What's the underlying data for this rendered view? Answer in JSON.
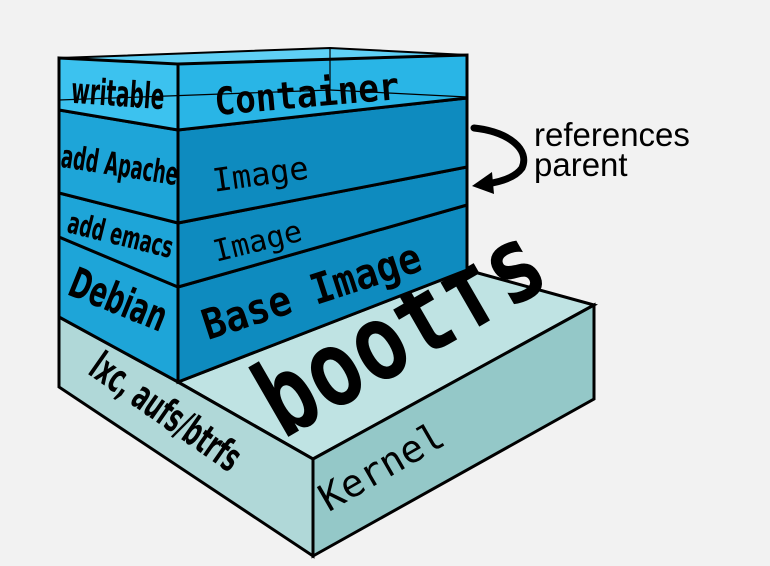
{
  "colors": {
    "background": "#f2f2f2",
    "kernel_top": "#bfe3e3",
    "kernel_front": "#94c8c8",
    "kernel_side": "#b0d8d8",
    "layer_front": "#0e8bbf",
    "layer_side": "#1ea5d8",
    "container_front": "#29b5e6",
    "container_side": "#3cc2ef",
    "container_top": "#5fd0f5",
    "outline": "#000000"
  },
  "layers": {
    "kernel": {
      "side_label": "lxc, aufs/btrfs",
      "front_label": "Kernel",
      "top_label": "bootfs"
    },
    "base_image": {
      "side_label": "Debian",
      "front_label": "Base Image"
    },
    "emacs_image": {
      "side_label": "add emacs",
      "front_label": "Image"
    },
    "apache_image": {
      "side_label": "add Apache",
      "front_label": "Image"
    },
    "container": {
      "side_label": "writable",
      "front_label": "Container"
    }
  },
  "annotation": {
    "line1": "references",
    "line2": "parent",
    "icon": "curved-arrow-icon"
  }
}
